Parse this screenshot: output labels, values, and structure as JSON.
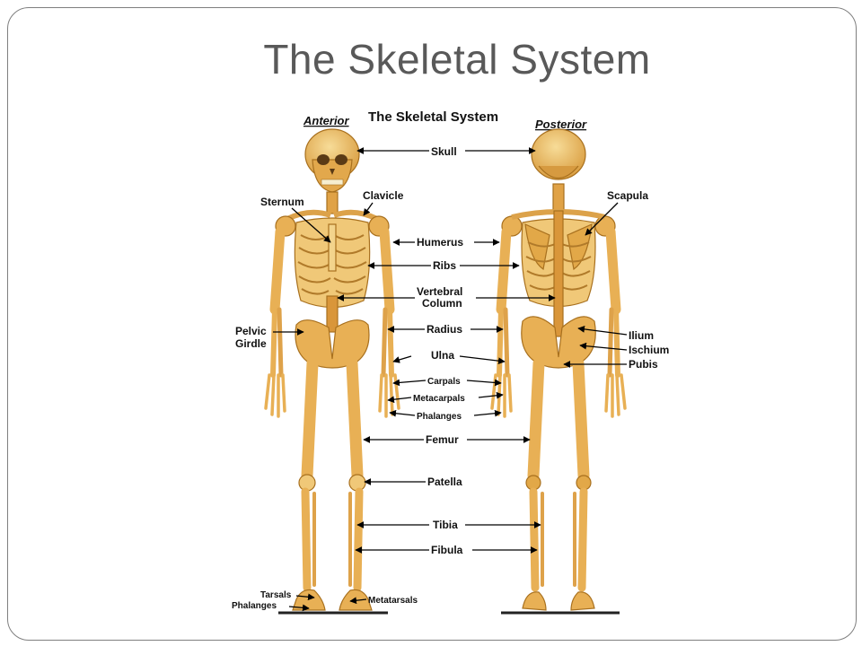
{
  "slide": {
    "title": "The Skeletal System"
  },
  "figure": {
    "title": "The Skeletal System",
    "anterior": "Anterior",
    "posterior": "Posterior"
  },
  "labels": {
    "skull": "Skull",
    "sternum": "Sternum",
    "clavicle": "Clavicle",
    "scapula": "Scapula",
    "humerus": "Humerus",
    "ribs": "Ribs",
    "vertebral_1": "Vertebral",
    "vertebral_2": "Column",
    "pelvic_1": "Pelvic",
    "pelvic_2": "Girdle",
    "radius": "Radius",
    "ilium": "Ilium",
    "ischium": "Ischium",
    "pubis": "Pubis",
    "ulna": "Ulna",
    "carpals": "Carpals",
    "metacarpals": "Metacarpals",
    "phalanges_hand": "Phalanges",
    "femur": "Femur",
    "patella": "Patella",
    "tibia": "Tibia",
    "fibula": "Fibula",
    "tarsals": "Tarsals",
    "phalanges_foot": "Phalanges",
    "metatarsals": "Metatarsals"
  },
  "colors": {
    "bone": "#e8b055",
    "bone_stroke": "#a8701e",
    "bone_light": "#f3d48c",
    "arrow": "#000000",
    "title": "#595959"
  }
}
